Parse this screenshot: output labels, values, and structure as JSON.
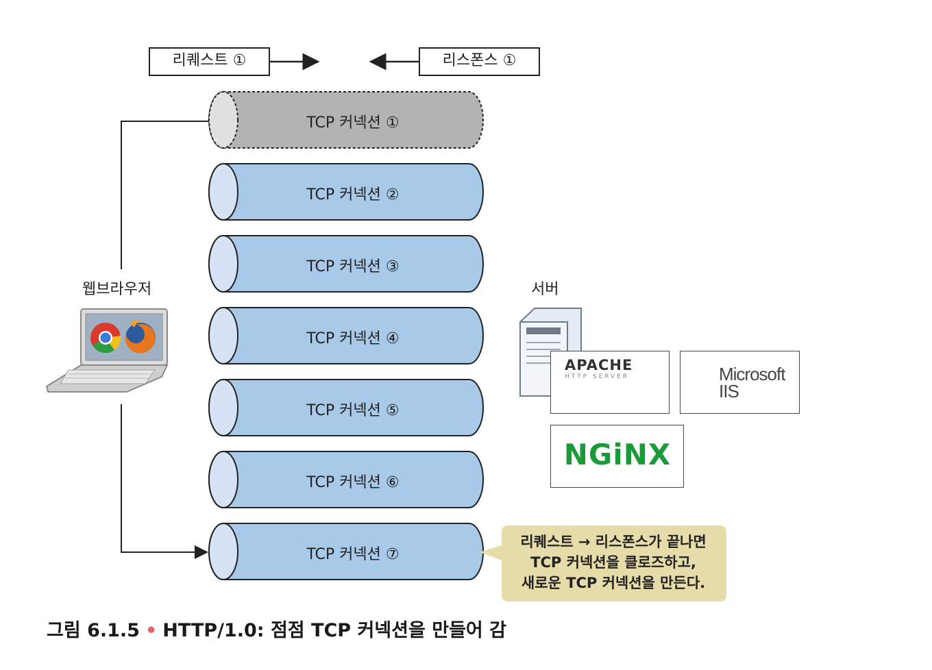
{
  "request_label": "리퀘스트 ①",
  "response_label": "리스폰스 ①",
  "browser_label": "웹브라우저",
  "server_label": "서버",
  "connections": [
    {
      "label": "TCP 커넥션 ①",
      "state": "closed"
    },
    {
      "label": "TCP 커넥션 ②",
      "state": "open"
    },
    {
      "label": "TCP 커넥션 ③",
      "state": "open"
    },
    {
      "label": "TCP 커넥션 ④",
      "state": "open"
    },
    {
      "label": "TCP 커넥션 ⑤",
      "state": "open"
    },
    {
      "label": "TCP 커넥션 ⑥",
      "state": "open"
    },
    {
      "label": "TCP 커넥션 ⑦",
      "state": "open"
    }
  ],
  "callout": {
    "line1": "리퀘스트 → 리스폰스가 끝나면",
    "line2": "TCP 커넥션을 클로즈하고,",
    "line3": "새로운 TCP 커넥션을 만든다."
  },
  "logos": {
    "apache_title": "APACHE",
    "apache_sub": "HTTP SERVER",
    "microsoft_line1": "Microsoft",
    "microsoft_line2": "IIS",
    "nginx": "NGiNX"
  },
  "caption": {
    "number": "그림 6.1.5",
    "bullet": "•",
    "text": "HTTP/1.0: 점점 TCP 커넥션을 만들어 감"
  },
  "colors": {
    "pipe_fill": "#a8c9e8",
    "pipe_end": "#d6e2f5",
    "closed_fill": "#b2b3b2",
    "closed_end": "#e1e1e1",
    "callout_bg": "#e6dcaa",
    "nginx_green": "#1b9a3a",
    "caption_dot": "#e8636e"
  },
  "icons": [
    "laptop-icon",
    "chrome-icon",
    "firefox-icon",
    "server-icon",
    "apache-feather-icon",
    "windows-logo-icon"
  ]
}
